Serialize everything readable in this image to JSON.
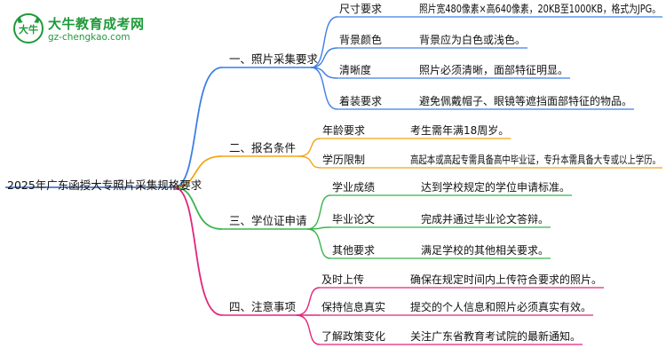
{
  "logo": {
    "title": "大牛教育成考网",
    "url": "gz-chengkao.com",
    "mark_text": "大牛"
  },
  "root": {
    "label": "2025年广东函授大专照片采集规格要求"
  },
  "colors": {
    "blue": "#3d7fe3",
    "orange": "#f2a51a",
    "green": "#39b54a",
    "magenta": "#e3257b",
    "root_line": "#2b62c4"
  },
  "branches": [
    {
      "label": "一、照片采集要求",
      "color_key": "blue",
      "items": [
        {
          "label": "尺寸要求",
          "detail": "照片宽480像素×高640像素，20KB至1000KB，格式为JPG。"
        },
        {
          "label": "背景颜色",
          "detail": "背景应为白色或浅色。"
        },
        {
          "label": "清晰度",
          "detail": "照片必须清晰，面部特征明显。"
        },
        {
          "label": "着装要求",
          "detail": "避免佩戴帽子、眼镜等遮挡面部特征的物品。"
        }
      ]
    },
    {
      "label": "二、报名条件",
      "color_key": "orange",
      "items": [
        {
          "label": "年龄要求",
          "detail": "考生需年满18周岁。"
        },
        {
          "label": "学历限制",
          "detail": "高起本或高起专需具备高中毕业证，专升本需具备大专或以上学历。"
        }
      ]
    },
    {
      "label": "三、学位证申请",
      "color_key": "green",
      "items": [
        {
          "label": "学业成绩",
          "detail": "达到学校规定的学位申请标准。"
        },
        {
          "label": "毕业论文",
          "detail": "完成并通过毕业论文答辩。"
        },
        {
          "label": "其他要求",
          "detail": "满足学校的其他相关要求。"
        }
      ]
    },
    {
      "label": "四、注意事项",
      "color_key": "magenta",
      "items": [
        {
          "label": "及时上传",
          "detail": "确保在规定时间内上传符合要求的照片。"
        },
        {
          "label": "保持信息真实",
          "detail": "提交的个人信息和照片必须真实有效。"
        },
        {
          "label": "了解政策变化",
          "detail": "关注广东省教育考试院的最新通知。"
        }
      ]
    }
  ]
}
